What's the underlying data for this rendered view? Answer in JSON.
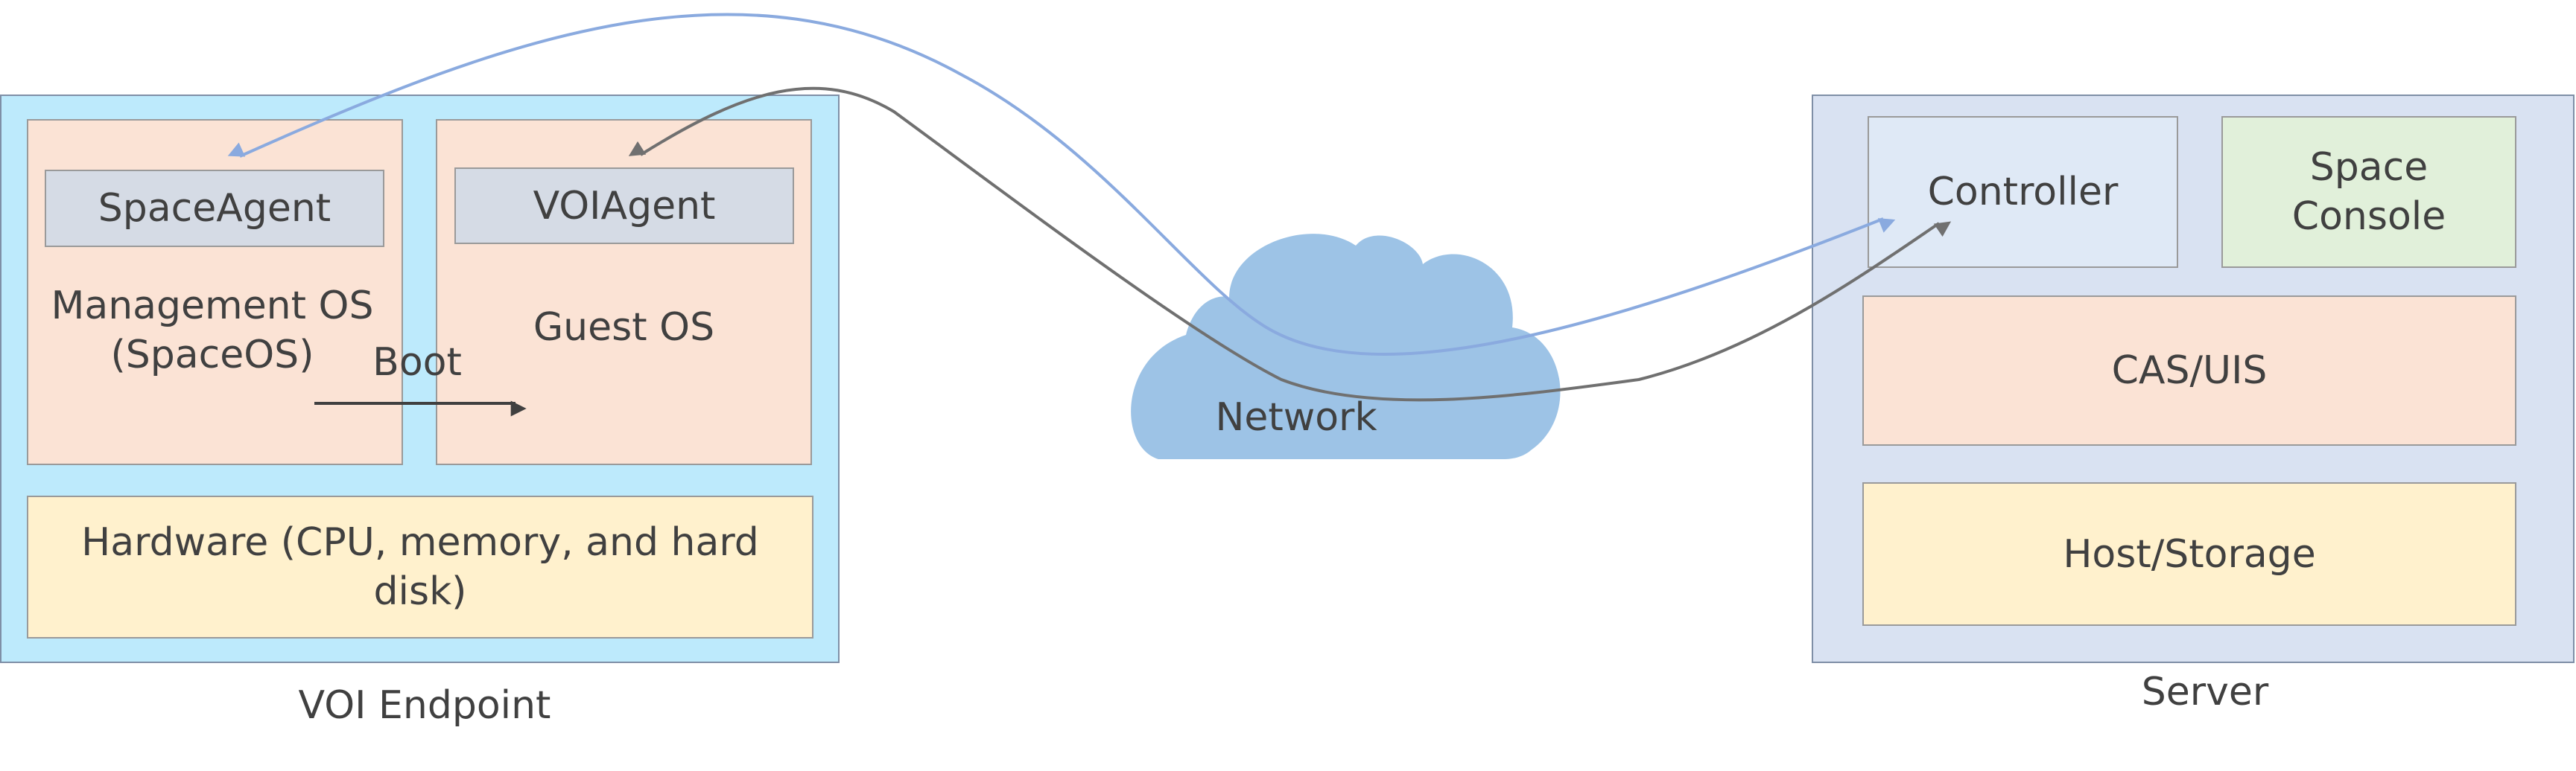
{
  "endpoint": {
    "caption": "VOI Endpoint",
    "space_agent": "SpaceAgent",
    "voi_agent": "VOIAgent",
    "management_os": "Management OS\n(SpaceOS)",
    "guest_os": "Guest OS",
    "boot": "Boot",
    "hardware": "Hardware (CPU, memory, and hard\ndisk)"
  },
  "network": {
    "label": "Network"
  },
  "server": {
    "caption": "Server",
    "controller": "Controller",
    "space_console": "Space\nConsole",
    "cas_uis": "CAS/UIS",
    "host_storage": "Host/Storage"
  },
  "colors": {
    "endpoint_bg": "#bdeafc",
    "os_box": "#fbe3d5",
    "agent_box": "#d5dbe5",
    "hardware_box": "#fff1cd",
    "server_bg": "#d9e2f2",
    "controller_box": "#dfe9f6",
    "console_box": "#e1f0da",
    "cas_box": "#fbe3d5",
    "host_box": "#fff1cd",
    "cloud": "#9dc3e6",
    "blue_link": "#8aaadf",
    "gray_link": "#707070"
  }
}
